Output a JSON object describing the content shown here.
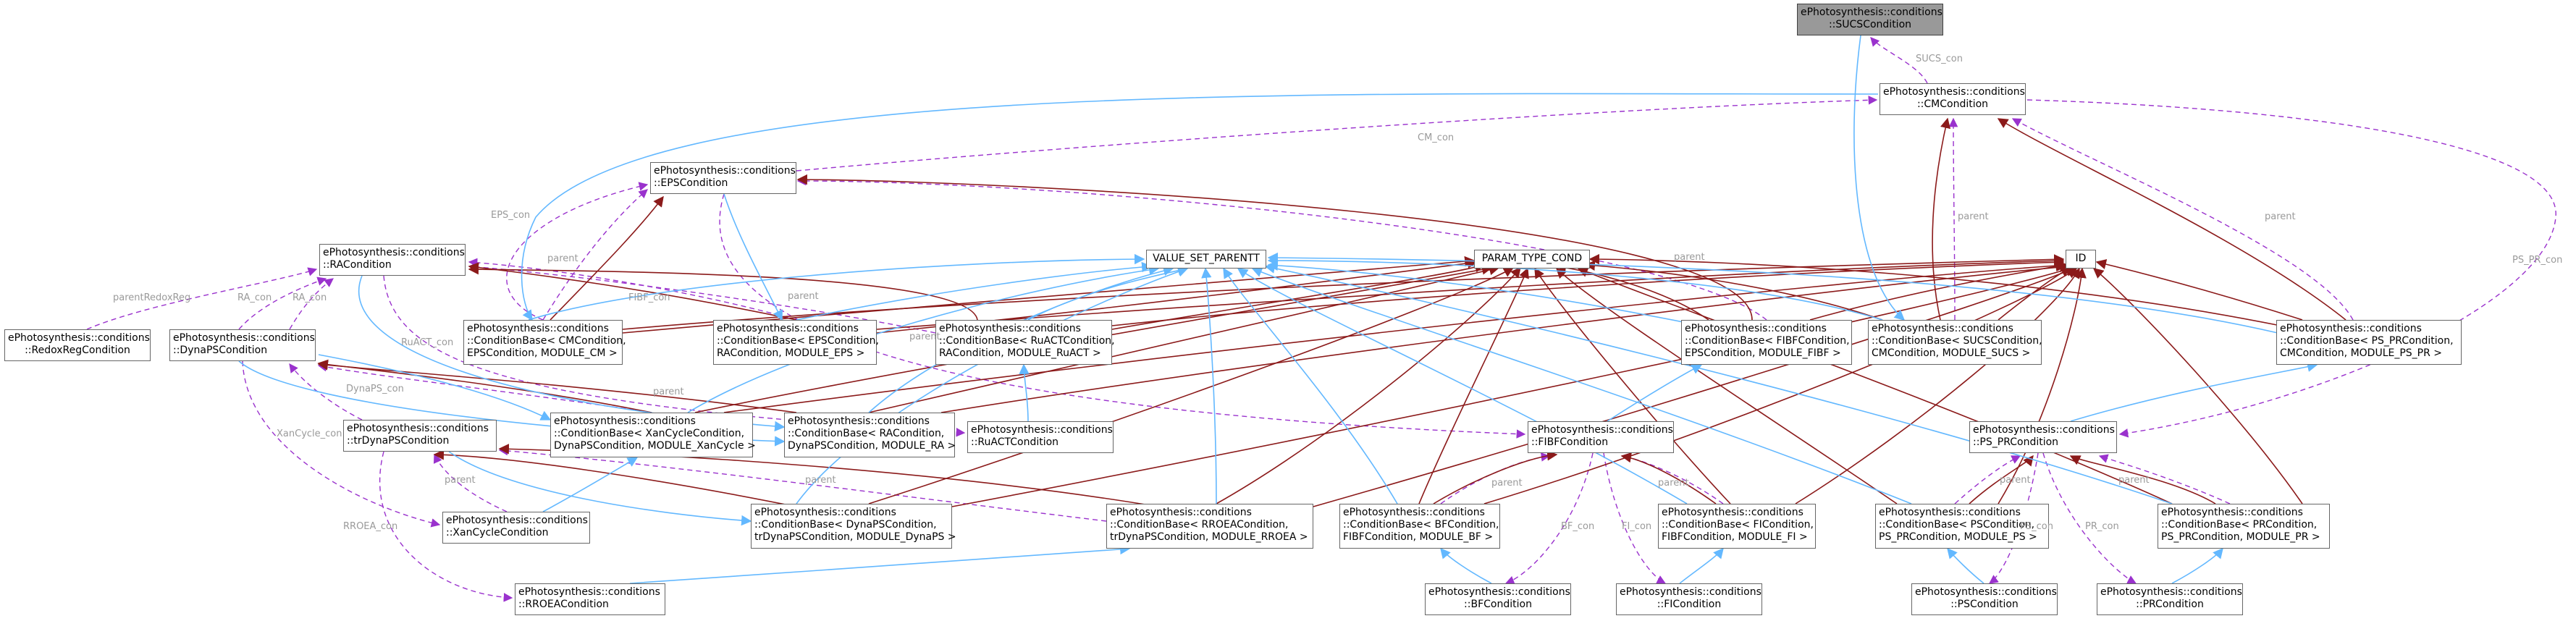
{
  "colors": {
    "inherit": "#63b8ff",
    "template": "#8b1a1a",
    "usage": "#9a32cd",
    "label": "#9a9a9a",
    "highlight_fill": "#999999"
  },
  "nodes": {
    "sucs": [
      "ePhotosynthesis::conditions",
      "::SUCSCondition"
    ],
    "cm": [
      "ePhotosynthesis::conditions",
      "::CMCondition"
    ],
    "eps": [
      "ePhotosynthesis::conditions",
      "::EPSCondition"
    ],
    "ra": [
      "ePhotosynthesis::conditions",
      "::RACondition"
    ],
    "redox": [
      "ePhotosynthesis::conditions",
      "::RedoxRegCondition"
    ],
    "dynaps": [
      "ePhotosynthesis::conditions",
      "::DynaPSCondition"
    ],
    "value_set": [
      "VALUE_SET_PARENTT"
    ],
    "param_type": [
      "PARAM_TYPE_COND"
    ],
    "id": [
      "ID"
    ],
    "cb_cm": [
      "ePhotosynthesis::conditions",
      "::ConditionBase< CMCondition,",
      "EPSCondition, MODULE_CM >"
    ],
    "cb_eps": [
      "ePhotosynthesis::conditions",
      "::ConditionBase< EPSCondition,",
      "RACondition, MODULE_EPS >"
    ],
    "cb_ruact": [
      "ePhotosynthesis::conditions",
      "::ConditionBase< RuACTCondition,",
      "RACondition, MODULE_RuACT >"
    ],
    "cb_fibf": [
      "ePhotosynthesis::conditions",
      "::ConditionBase< FIBFCondition,",
      "EPSCondition, MODULE_FIBF >"
    ],
    "cb_sucs": [
      "ePhotosynthesis::conditions",
      "::ConditionBase< SUCSCondition,",
      "CMCondition, MODULE_SUCS >"
    ],
    "cb_psprc": [
      "ePhotosynthesis::conditions",
      "::ConditionBase< PS_PRCondition,",
      "CMCondition, MODULE_PS_PR >"
    ],
    "trdynaps": [
      "ePhotosynthesis::conditions",
      "::trDynaPSCondition"
    ],
    "cb_xan": [
      "ePhotosynthesis::conditions",
      "::ConditionBase< XanCycleCondition,",
      "DynaPSCondition, MODULE_XanCycle >"
    ],
    "cb_ra": [
      "ePhotosynthesis::conditions",
      "::ConditionBase< RACondition,",
      "DynaPSCondition, MODULE_RA >"
    ],
    "ruact": [
      "ePhotosynthesis::conditions",
      "::RuACTCondition"
    ],
    "fibf": [
      "ePhotosynthesis::conditions",
      "::FIBFCondition"
    ],
    "psprc": [
      "ePhotosynthesis::conditions",
      "::PS_PRCondition"
    ],
    "xancycle": [
      "ePhotosynthesis::conditions",
      "::XanCycleCondition"
    ],
    "cb_dynaps": [
      "ePhotosynthesis::conditions",
      "::ConditionBase< DynaPSCondition,",
      "trDynaPSCondition, MODULE_DynaPS >"
    ],
    "cb_rroea": [
      "ePhotosynthesis::conditions",
      "::ConditionBase< RROEACondition,",
      "trDynaPSCondition, MODULE_RROEA >"
    ],
    "cb_bf": [
      "ePhotosynthesis::conditions",
      "::ConditionBase< BFCondition,",
      "FIBFCondition, MODULE_BF >"
    ],
    "cb_fi": [
      "ePhotosynthesis::conditions",
      "::ConditionBase< FICondition,",
      "FIBFCondition, MODULE_FI >"
    ],
    "cb_ps": [
      "ePhotosynthesis::conditions",
      "::ConditionBase< PSCondition,",
      "PS_PRCondition, MODULE_PS >"
    ],
    "cb_pr": [
      "ePhotosynthesis::conditions",
      "::ConditionBase< PRCondition,",
      "PS_PRCondition, MODULE_PR >"
    ],
    "rroea": [
      "ePhotosynthesis::conditions",
      "::RROEACondition"
    ],
    "bf": [
      "ePhotosynthesis::conditions",
      "::BFCondition"
    ],
    "fi": [
      "ePhotosynthesis::conditions",
      "::FICondition"
    ],
    "ps": [
      "ePhotosynthesis::conditions",
      "::PSCondition"
    ],
    "pr": [
      "ePhotosynthesis::conditions",
      "::PRCondition"
    ]
  },
  "edge_labels": {
    "sucs_con": "SUCS_con",
    "cm_con": "CM_con",
    "eps_con": "EPS_con",
    "ps_pr_con": "PS_PR_con",
    "parent_cm": "parent",
    "parent_fibf": "parent",
    "parent_cm_base": "parent",
    "parent_psprc": "parent",
    "parent_eps": "parent",
    "parent_ra": "parent",
    "parent_redox": "parentRedoxReg",
    "ra_con_a": "RA_con",
    "ra_con_b": "RA_con",
    "ruact_con": "RuACT_con",
    "dynaps_con": "DynaPS_con",
    "xancycle_con": "XanCycle_con",
    "parent_dyn": "parent",
    "parent_xan": "parent",
    "parent_tr": "parent",
    "rroea_con": "RROEA_con",
    "bf_con": "BF_con",
    "fi_con": "FI_con",
    "parent_bf": "parent",
    "parent_fi": "parent",
    "parent_ps": "parent",
    "parent_pr": "parent",
    "ps_con": "PS_con",
    "pr_con": "PR_con",
    "fibf_con": "FIBF_con"
  }
}
